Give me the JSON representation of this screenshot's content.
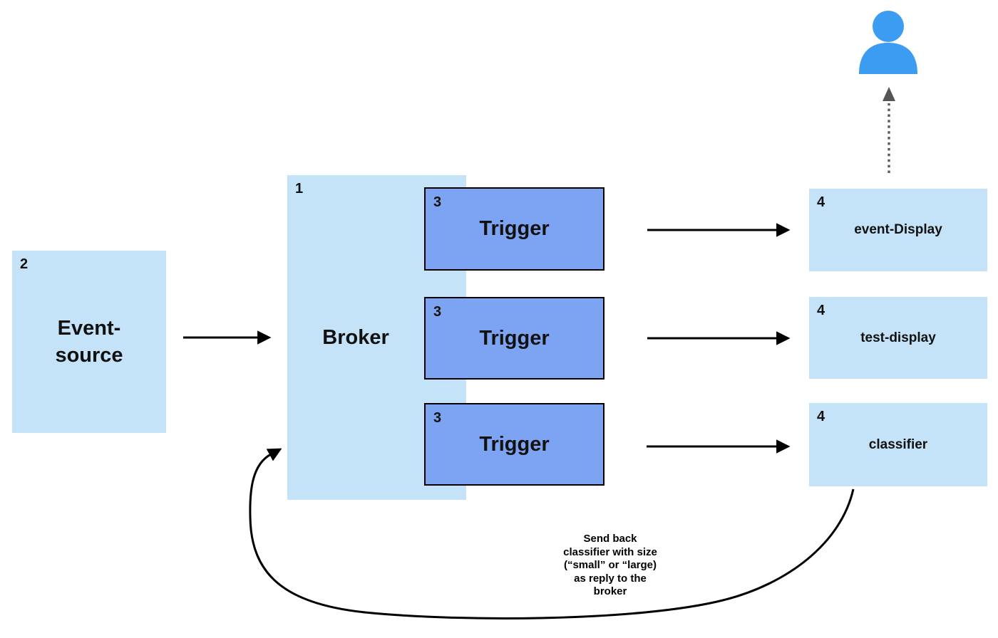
{
  "diagram": {
    "nodes": {
      "event_source": {
        "badge": "2",
        "label": "Event-\nsource"
      },
      "broker": {
        "badge": "1",
        "label": "Broker"
      },
      "trigger_1": {
        "badge": "3",
        "label": "Trigger"
      },
      "trigger_2": {
        "badge": "3",
        "label": "Trigger"
      },
      "trigger_3": {
        "badge": "3",
        "label": "Trigger"
      },
      "sink_1": {
        "badge": "4",
        "label": "event-Display"
      },
      "sink_2": {
        "badge": "4",
        "label": "test-display"
      },
      "sink_3": {
        "badge": "4",
        "label": "classifier"
      }
    },
    "annotation": {
      "text": "Send back\nclassifier with size\n(“small” or “large)\nas reply to the\nbroker"
    },
    "icons": {
      "person": "user-icon"
    },
    "colors": {
      "node_fill_light": "#c4e3f9",
      "trigger_fill": "#7da4f2",
      "trigger_border": "#000000",
      "person_blue": "#3b9cf2",
      "arrow_black": "#000000",
      "dashed_arrow_gray": "#5b5b5b"
    }
  }
}
